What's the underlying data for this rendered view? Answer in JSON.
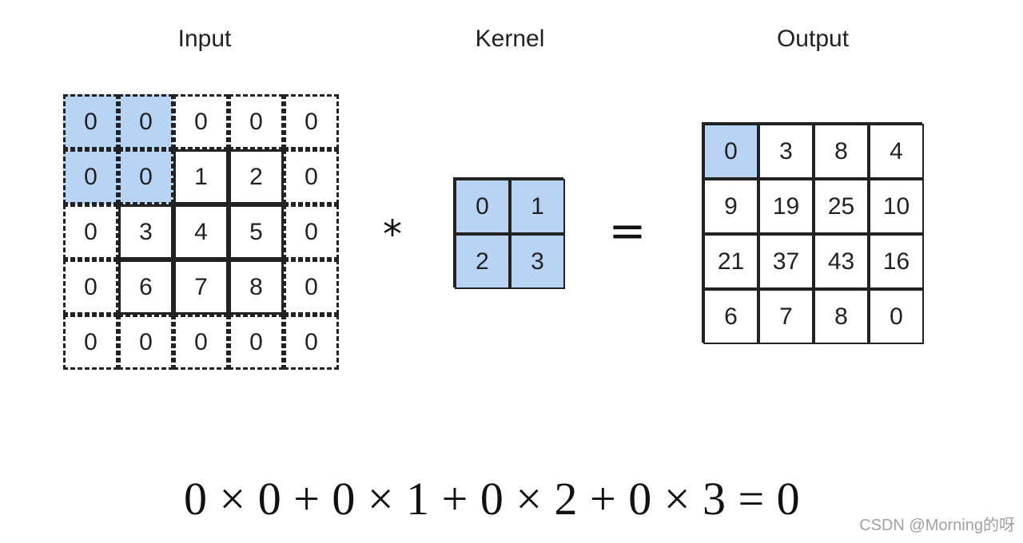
{
  "titles": {
    "input": "Input",
    "kernel": "Kernel",
    "output": "Output"
  },
  "operators": {
    "star": "*",
    "equals": "="
  },
  "input_grid": {
    "rows": [
      [
        "0",
        "0",
        "0",
        "0",
        "0"
      ],
      [
        "0",
        "0",
        "1",
        "2",
        "0"
      ],
      [
        "0",
        "3",
        "4",
        "5",
        "0"
      ],
      [
        "0",
        "6",
        "7",
        "8",
        "0"
      ],
      [
        "0",
        "0",
        "0",
        "0",
        "0"
      ]
    ],
    "padding_color": "#222222",
    "highlight_color": "#b9d3f4",
    "highlight_cells": [
      [
        0,
        0
      ],
      [
        0,
        1
      ],
      [
        1,
        0
      ],
      [
        1,
        1
      ]
    ]
  },
  "kernel_grid": {
    "rows": [
      [
        "0",
        "1"
      ],
      [
        "2",
        "3"
      ]
    ],
    "fill_color": "#b9d3f4"
  },
  "output_grid": {
    "rows": [
      [
        "0",
        "3",
        "8",
        "4"
      ],
      [
        "9",
        "19",
        "25",
        "10"
      ],
      [
        "21",
        "37",
        "43",
        "16"
      ],
      [
        "6",
        "7",
        "8",
        "0"
      ]
    ],
    "highlight_color": "#b9d3f4",
    "highlight_cells": [
      [
        0,
        0
      ]
    ]
  },
  "formula": "0 × 0 + 0 × 1 + 0 × 2 + 0 × 3 = 0",
  "watermark": "CSDN @Morning的呀"
}
